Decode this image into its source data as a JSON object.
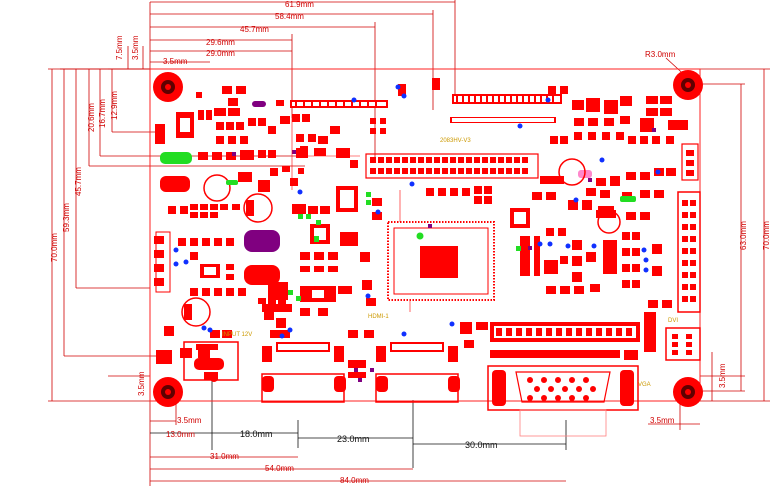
{
  "top_dims": {
    "d61_9": "61.9mm",
    "d58_4": "58.4mm",
    "d45_7": "45.7mm",
    "d29_6": "29.6mm",
    "d29_0": "29.0mm",
    "d3_5": "3.5mm",
    "d7_5": "7.5mm",
    "d3_5v": "3.5mm"
  },
  "left_dims": {
    "d70_0": "70.0mm",
    "d59_3": "59.3mm",
    "d45_7": "45.7mm",
    "d20_6": "20.6mm",
    "d16_7": "16.7mm",
    "d12_9": "12.9mm",
    "d3_5": "3.5mm"
  },
  "right_dims": {
    "r3": "R3.0mm",
    "d70_0": "70.0mm",
    "d63_0": "63.0mm",
    "d3_5": "3.5mm"
  },
  "bottom_dims": {
    "d3_5_left": "3.5mm",
    "d13_0": "13.0mm",
    "d18_0": "18.0mm",
    "d23_0": "23.0mm",
    "d30_0": "30.0mm",
    "d31_0": "31.0mm",
    "d54_0": "54.0mm",
    "d84_0": "84.0mm",
    "d3_5_right": "3.5mm"
  },
  "silkscreen": {
    "board_name": "2083HV-V3",
    "power_label": "INPUT 12V",
    "hdmi_label": "HDMI-1",
    "vga_label": "VGA",
    "dvi_label": "DVI"
  },
  "colors": {
    "trace": "#ff0000",
    "dimension": "#d00000",
    "led_green": "#22dd22",
    "crystal_purple": "#800080",
    "via_blue": "#1030ff"
  }
}
